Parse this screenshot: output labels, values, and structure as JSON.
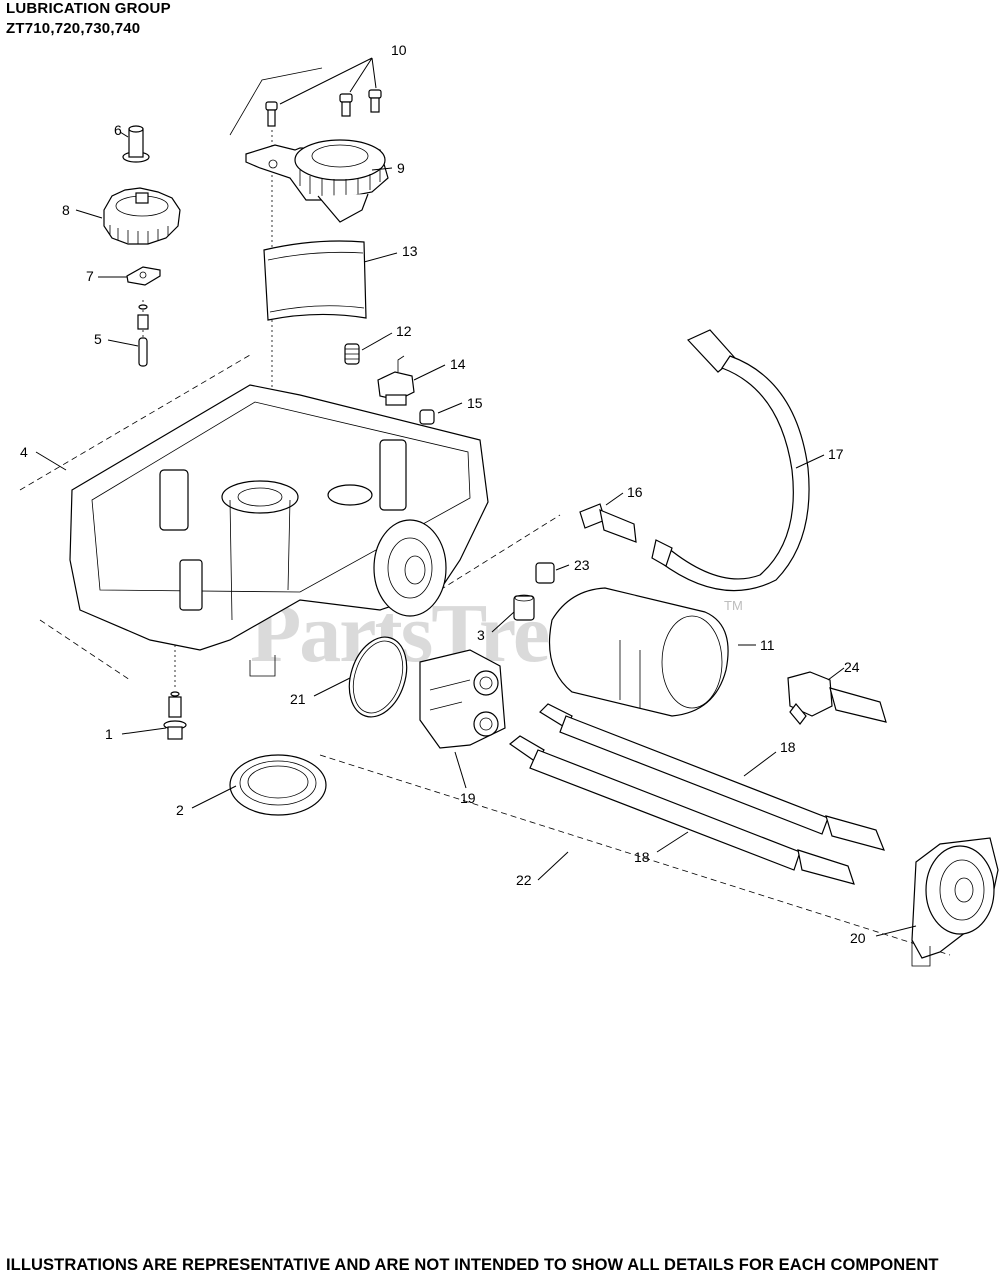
{
  "header": {
    "title": "LUBRICATION GROUP",
    "models": "ZT710,720,730,740"
  },
  "footer": {
    "disclaimer": "ILLUSTRATIONS ARE REPRESENTATIVE AND ARE NOT INTENDED TO SHOW ALL DETAILS FOR EACH COMPONENT"
  },
  "watermark": {
    "text": "PartsTree",
    "trademark": "TM"
  },
  "callouts": {
    "c1": "1",
    "c2": "2",
    "c3": "3",
    "c4": "4",
    "c5": "5",
    "c6": "6",
    "c7": "7",
    "c8": "8",
    "c9": "9",
    "c10": "10",
    "c11": "11",
    "c12": "12",
    "c13": "13",
    "c14": "14",
    "c15": "15",
    "c16": "16",
    "c17": "17",
    "c18a": "18",
    "c18b": "18",
    "c19": "19",
    "c20": "20",
    "c21": "21",
    "c22": "22",
    "c23": "23",
    "c24": "24"
  }
}
